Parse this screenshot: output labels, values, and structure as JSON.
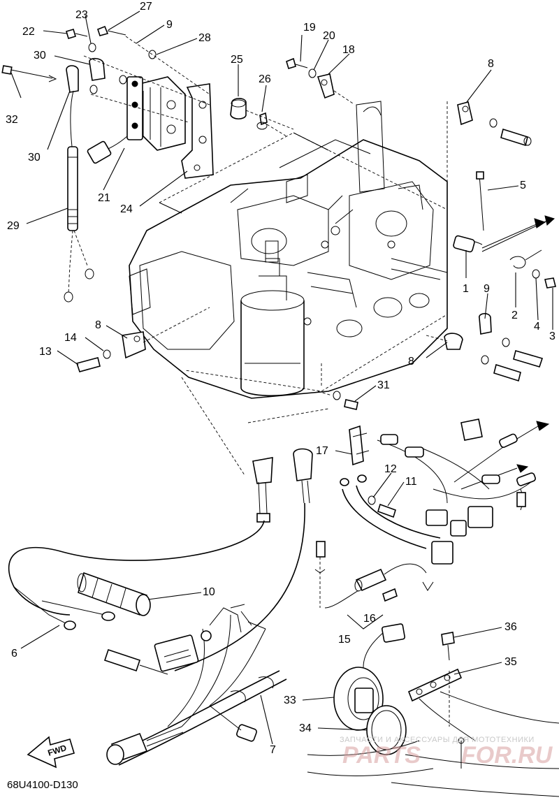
{
  "callouts": [
    "1",
    "2",
    "3",
    "4",
    "5",
    "6",
    "7",
    "8",
    "9",
    "10",
    "11",
    "12",
    "13",
    "14",
    "15",
    "16",
    "17",
    "18",
    "19",
    "20",
    "21",
    "22",
    "23",
    "24",
    "25",
    "26",
    "27",
    "28",
    "29",
    "30",
    "31",
    "32",
    "33",
    "34",
    "35",
    "36"
  ],
  "labels": {
    "c1": "1",
    "c2": "2",
    "c3": "3",
    "c4": "4",
    "c5": "5",
    "c6": "6",
    "c7": "7",
    "c8a": "8",
    "c8b": "8",
    "c8c": "8",
    "c9a": "9",
    "c9b": "9",
    "c10": "10",
    "c11": "11",
    "c12": "12",
    "c13": "13",
    "c14": "14",
    "c15": "15",
    "c16": "16",
    "c17": "17",
    "c18": "18",
    "c19": "19",
    "c20": "20",
    "c21": "21",
    "c22": "22",
    "c23": "23",
    "c24": "24",
    "c25": "25",
    "c26": "26",
    "c27": "27",
    "c28": "28",
    "c29": "29",
    "c30a": "30",
    "c30b": "30",
    "c31": "31",
    "c32": "32",
    "c33": "33",
    "c34": "34",
    "c35": "35",
    "c36": "36"
  },
  "fwd_label": "FWD",
  "diagram_code": "68U4100-D130",
  "watermark": {
    "caption": "ЗАПЧАСТИ И АКСЕССУАРЫ ДЛЯ МОТОТЕХНИКИ",
    "logo_left": "PARTS",
    "logo_right": "FOR.RU"
  }
}
